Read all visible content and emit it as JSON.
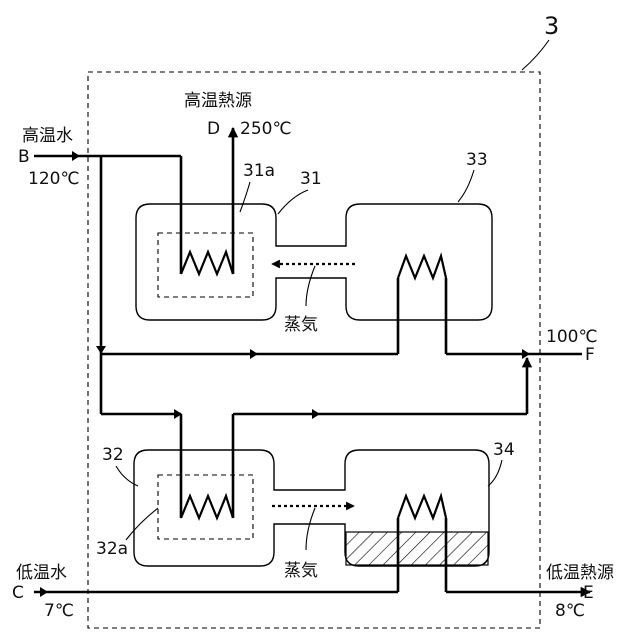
{
  "system": {
    "label": "3"
  },
  "ports": {
    "B": {
      "letter": "B",
      "name": "高温水",
      "temp": "120℃"
    },
    "C": {
      "letter": "C",
      "name": "低温水",
      "temp": "7℃"
    },
    "D": {
      "letter": "D",
      "name": "高温熱源",
      "temp": "250℃"
    },
    "E": {
      "letter": "E",
      "name": "低温熱源",
      "temp": "8℃"
    },
    "F": {
      "letter": "F",
      "temp": "100℃"
    }
  },
  "components": {
    "c31": "31",
    "c31a": "31a",
    "c32": "32",
    "c32a": "32a",
    "c33": "33",
    "c34": "34"
  },
  "vapor_labels": {
    "upper": "蒸気",
    "lower": "蒸気"
  }
}
